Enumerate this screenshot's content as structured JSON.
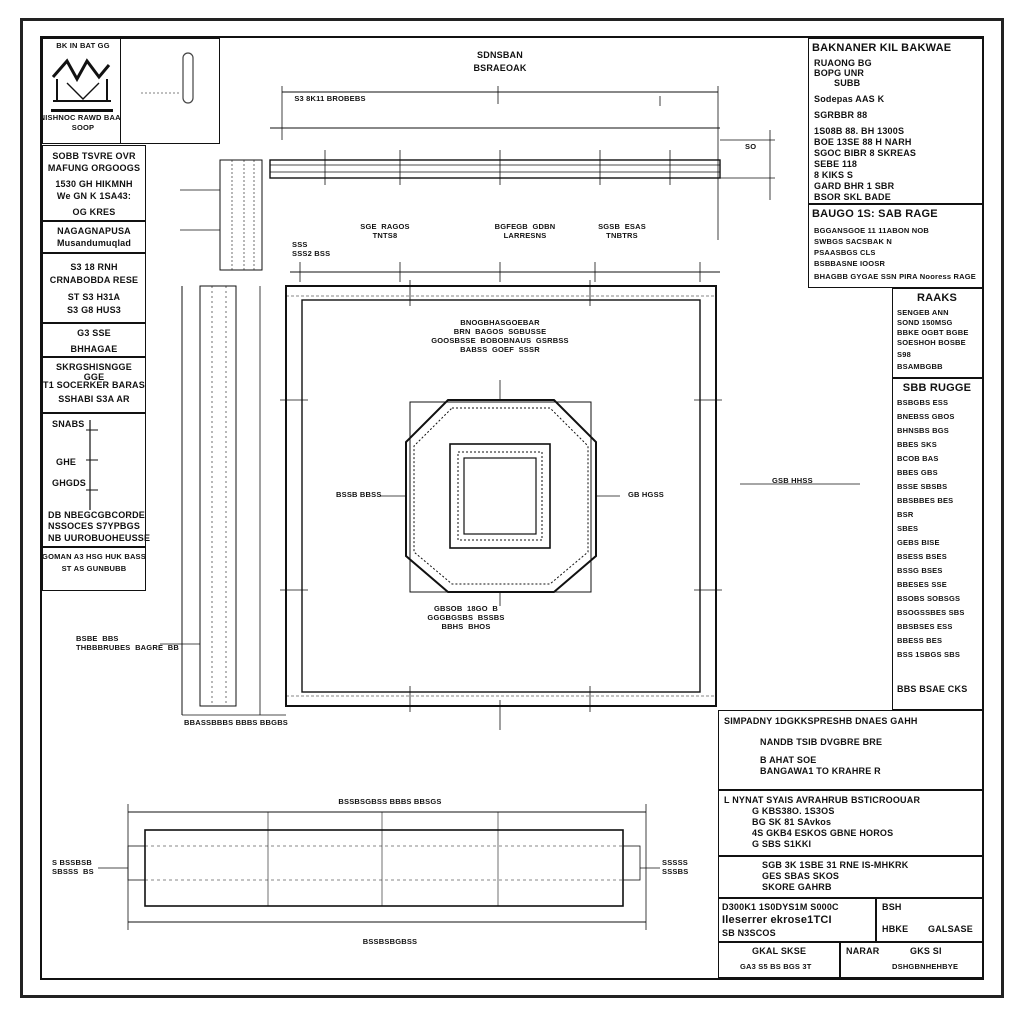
{
  "sheet": {
    "title_left_logo": {
      "label": "BK IN BAT GG",
      "caption": "NISHNOC RAWD BAAR",
      "caption2": "SOOP"
    },
    "drawing_title": {
      "line1": "SDNSBAN",
      "line2": "BSRAEOAK"
    },
    "left_panel": [
      {
        "lines": [
          "SOBB TSVRE OVR",
          "MAFUNG ORGOOGS",
          "1530 GH HIKMNH",
          "We GN K 1SA43:",
          "OG KRES"
        ]
      },
      {
        "lines": [
          "NAGAGNAPUSA",
          "Musandumuqlad"
        ]
      },
      {
        "lines": [
          "S3 18  RNH",
          "CRNABOBDA RESE",
          "ST  S3 H31A",
          "S3 G8 HUS3"
        ]
      },
      {
        "lines": [
          "G3 SSE",
          "BHHAGAE"
        ]
      },
      {
        "lines": [
          "SKRGSHISNGGE",
          "GGE",
          "T1 SOCERKER BARAS",
          "SSHABI  S3A AR"
        ]
      },
      {
        "lines": [
          "SNABS",
          "GHE",
          "GHGDS",
          "DB NBEGCGBCORDE",
          "NSSOCES S7YPBGS",
          "NB UUROBUOHEUSSE"
        ]
      },
      {
        "lines": [
          "GOMAN A3 HSG HUK BASS",
          "ST AS GUNBUBB"
        ]
      }
    ],
    "right_panel_top": {
      "title": "BAKNANER KIL BAKWAE",
      "rows": [
        "RUAONG BG",
        "BOPG UNR",
        "SUBB",
        "Sodepas  AAS K",
        "SGRBBR 88",
        "1S08B 88. BH  1300S",
        "BOE 13SE  88  H NARH",
        "SGOC BIBR  8 SKREAS",
        "SEBE 118",
        "8 KIKS S",
        "GARD   BHR 1 SBR",
        "BSOR    SKL   BADE"
      ]
    },
    "right_panel_mid": {
      "title": "BAUGO 1S:  SAB  RAGE",
      "rows": [
        "BGGANSGOE  11  11ABON NOB",
        "SWBGS  SACSBAK  N",
        "PSAASBGS  CLS",
        "BSBBASNE  IOOSR",
        "BHAGBB  GYGAE  SSN  PIRA  Nooress  RAGE"
      ]
    },
    "right_panel_notes": {
      "title": "RAAKS",
      "rows": [
        "SENGEB ANN",
        "SOND 150MSG",
        "BBKE OGBT BGBE",
        "SOESHOH BOSBE",
        "S98",
        "BSAMBGBB"
      ]
    },
    "right_panel_long": {
      "title": "SBB  RUGGE",
      "rows": [
        "BSBGBS  ESS",
        "BNEBSS  GBOS",
        "BHNSBS BGS",
        "BBES  SKS",
        "BCOB  BAS",
        "BBES  GBS",
        "BSSE  SBSBS",
        "BBSBBES  BES",
        "BSR",
        "SBES",
        "GEBS  BISE",
        "BSESS  BSES",
        "BSSG  BSES",
        "BBESES  SSE",
        "BSOBS  SOBSGS",
        "BSOGSSBES  SBS",
        "BBSBSES  ESS",
        "BBESS  BES",
        "BSS  1SBGS  SBS"
      ],
      "footer": "BBS  BSAE  CKS"
    },
    "right_notes_lower": [
      {
        "lines": [
          "SIMPADNY 1DGKKSPRESHB  DNAES  GAHH",
          "NANDB  TSIB  DVGBRE  BRE",
          "B AHAT  SOE",
          "BANGAWA1 TO KRAHRE R"
        ]
      },
      {
        "lines": [
          "L  NYNAT  SYAIS  AVRAHRUB BSTICROOUAR",
          "G KBS38O. 1S3OS",
          "BG  SK  81  SAvkos",
          "4S  GKB4 ESKOS  GBNE  HOROS",
          "G SBS  S1KKI"
        ]
      },
      {
        "lines": [
          "SGB  3K  1SBE  31  RNE  IS-MHKRK",
          "GES  SBAS SKOS",
          "SKORE  GAHRB"
        ]
      }
    ],
    "title_block": {
      "a": "D300K1 1S0DYS1M  S000C",
      "b": "Ileserrer  ekrose1TCI",
      "c": "SB  N3SCOS",
      "d": "BSH",
      "e": "HBKE",
      "f": "GALSASE",
      "g": "GKAL  SKSE",
      "h": "GA3  S5 BS  BGS  3T",
      "i": "NARAR",
      "j": "GKS  SI",
      "k": "DSHGBNHEHBYE"
    },
    "plan_labels": {
      "top_dim": "S3 8K11 BROBEBS",
      "dim_top_mark": "SO",
      "grid_a": "SGE  RAGOS\nTNTS8",
      "grid_b": "BGFEGB  GDBN\nLARRESNS",
      "grid_c": "SGSB  ESAS\nTNBTRS",
      "side_ref": "SSS\nSSS2 BSS",
      "center_note": "BNOGBHASGOEBAR\nBRN  BAGOS  SGBUSSE\nGOOSBSSE  BOBOBNAUS  GSRBSS\nBABSS  GOEF  SSSR",
      "left_mark": "BSSB  BBSS",
      "right_mark": "GB  HGSS",
      "far_right_mark": "GSB  HHSS",
      "under_center": "GBSOB  18GO  B\nGGGBGSBS  BSSBS\nBBHS  BHOS",
      "left_callout": "BSBE  BBS\nTHBBBRUBES  BAGRE  BB",
      "bottom_plan": "BBASSBBBS  BBBS  BBGBS"
    },
    "section_labels": {
      "top": "BSSBSGBSS  BBBS  BBSGS",
      "bottom": "BSSBSBGBSS",
      "left_ref": "S BSSBSB\nSBSSS  BS",
      "right_ref": "SSSSS\nSSSBS"
    }
  }
}
